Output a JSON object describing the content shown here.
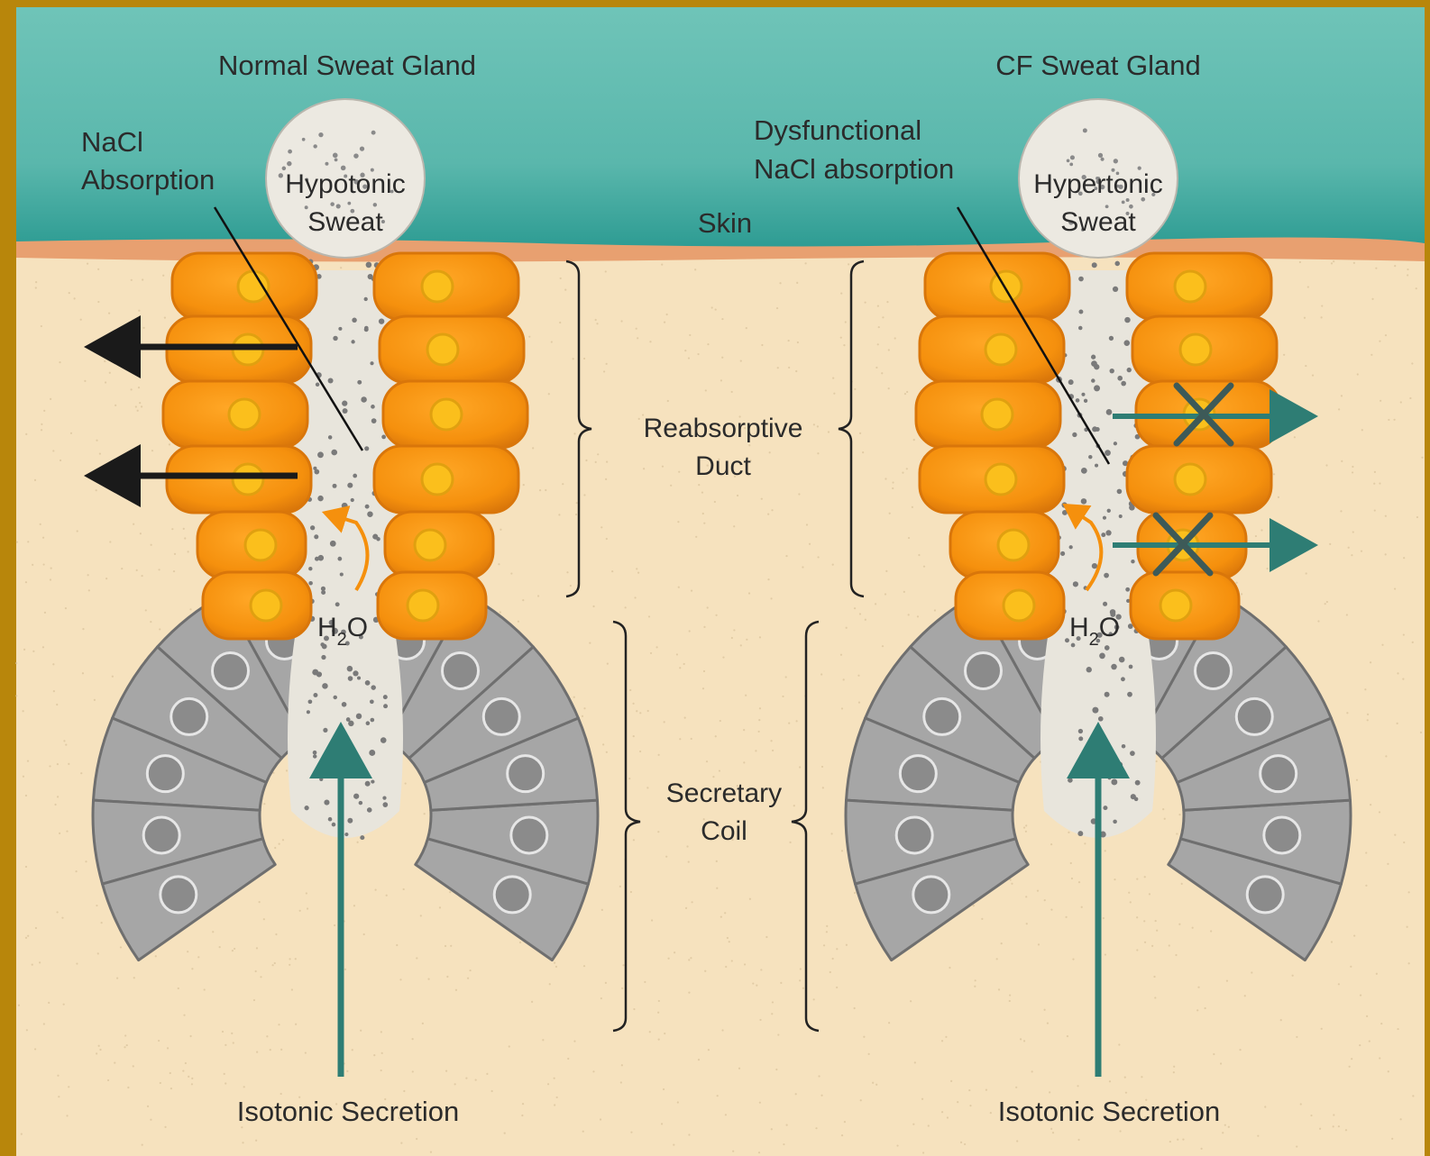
{
  "labels": {
    "normal_title": "Normal Sweat Gland",
    "cf_title": "CF Sweat Gland",
    "nacl_absorption": [
      "NaCl",
      "Absorption"
    ],
    "dysfunctional": [
      "Dysfunctional",
      "NaCl absorption"
    ],
    "hypotonic": [
      "Hypotonic",
      "Sweat"
    ],
    "hypertonic": [
      "Hypertonic",
      "Sweat"
    ],
    "skin": "Skin",
    "reabsorptive": [
      "Reabsorptive",
      "Duct"
    ],
    "secretary": [
      "Secretary",
      "Coil"
    ],
    "h2o_left": {
      "main": "H",
      "sub": "2",
      "tail": "O"
    },
    "h2o_right": {
      "main": "H",
      "sub": "2",
      "tail": "O"
    },
    "isotonic_left": "Isotonic Secretion",
    "isotonic_right": "Isotonic Secretion"
  },
  "colors": {
    "skin_top": "#6fc4b8",
    "skin_bottom": "#2e9c93",
    "skin_edge": "#e8a070",
    "tissue": "#f6e2be",
    "duct_cell": "#f5900d",
    "duct_cell_dark": "#d9760a",
    "nucleus": "#fbbf1c",
    "coil_cell": "#a6a6a6",
    "coil_nucleus": "#8b8b8b",
    "lumen": "#e8e5dc",
    "teal_arrow": "#2e7d74",
    "black_arrow": "#1a1a1a",
    "frame": "#b8860b"
  }
}
